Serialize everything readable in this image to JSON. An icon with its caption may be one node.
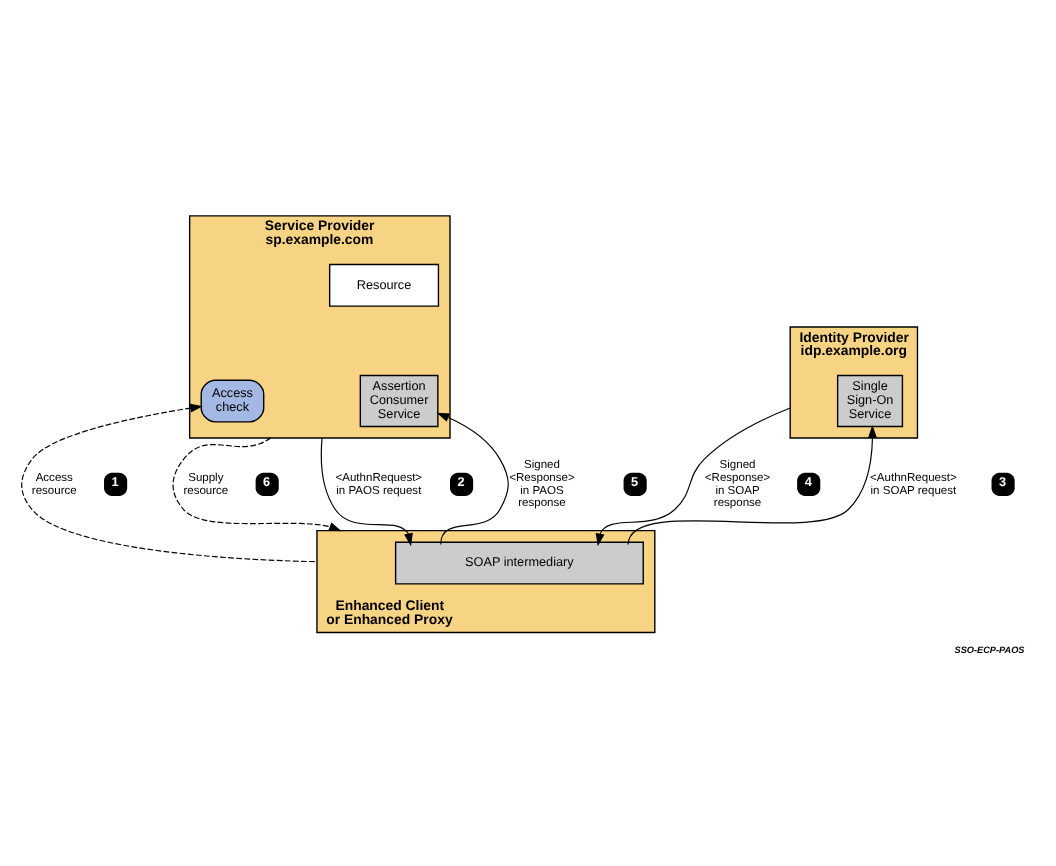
{
  "diagram": {
    "caption": "SSO-ECP-PAOS",
    "nodes": [
      {
        "text": [
          "Service Provider",
          "sp.example.com"
        ]
      },
      {
        "text": [
          "Resource"
        ],
        "in": 0
      },
      {
        "text": [
          "Access check"
        ],
        "in": 0
      },
      {
        "text": [
          "Assertion Consumer Service"
        ],
        "in": 0
      },
      {
        "text": [
          "Identity Provider",
          "idp.example.org"
        ]
      },
      {
        "text": [
          "Single Sign-On Service"
        ],
        "in": 4
      },
      {
        "text": [
          "Enhanced Client or Enhanced Proxy"
        ]
      },
      {
        "text": [
          "SOAP intermediary"
        ],
        "in": 6
      }
    ],
    "edges": [
      {
        "from": 6,
        "to": 2,
        "arrow": "to",
        "style": "dashed",
        "label": "Access resource"
      },
      {
        "from": 0,
        "to": 7,
        "arrow": "to",
        "label": "<AuthnRequest> in PAOS request"
      },
      {
        "from": 7,
        "to": 5,
        "arrow": "to",
        "label": "<AuthnRequest> in SOAP request"
      },
      {
        "from": 4,
        "to": 7,
        "arrow": "to",
        "label": "Signed <Response> in SOAP response"
      },
      {
        "from": 7,
        "to": 3,
        "arrow": "to",
        "label": "Signed <Response> in PAOS response"
      },
      {
        "from": 0,
        "to": 6,
        "arrow": "to",
        "style": "dashed",
        "label": "Supply resource"
      }
    ],
    "labels": [
      "1",
      "6",
      "2",
      "5",
      "4",
      "3"
    ]
  }
}
